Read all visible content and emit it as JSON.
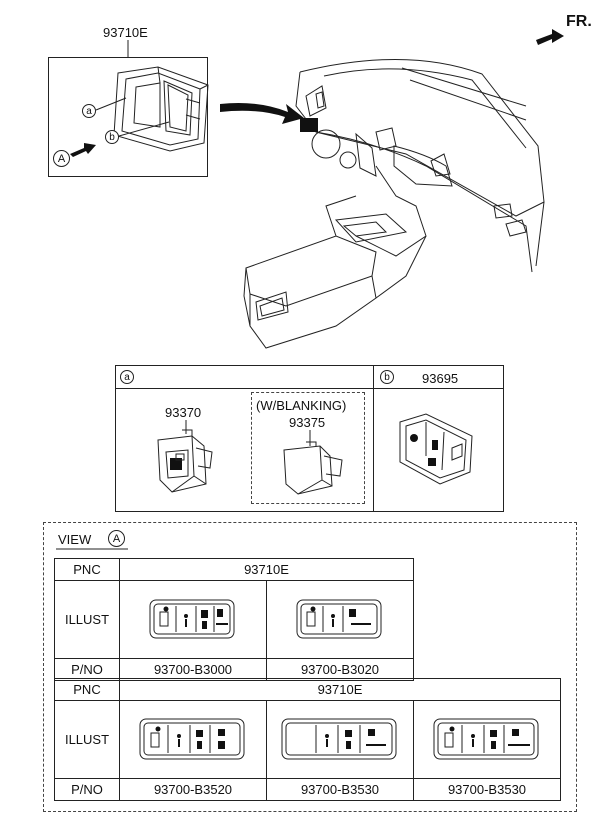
{
  "front_label": "FR.",
  "assembly": {
    "part_no": "93710E",
    "callout_a": "a",
    "callout_b": "b",
    "view_marker": "A"
  },
  "detail": {
    "a": {
      "tag": "a",
      "switch1": "93370",
      "blanking_note": "(W/BLANKING)",
      "switch2": "93375"
    },
    "b": {
      "tag": "b",
      "part_no": "93695"
    }
  },
  "view": {
    "title": "VIEW",
    "marker": "A",
    "table1": {
      "pnc_label": "PNC",
      "illust_label": "ILLUST",
      "pno_label": "P/NO",
      "pnc": "93710E",
      "pnos": [
        "93700-B3000",
        "93700-B3020"
      ]
    },
    "table2": {
      "pnc_label": "PNC",
      "illust_label": "ILLUST",
      "pno_label": "P/NO",
      "pnc": "93710E",
      "pnos": [
        "93700-B3520",
        "93700-B3530",
        "93700-B3530"
      ]
    }
  }
}
